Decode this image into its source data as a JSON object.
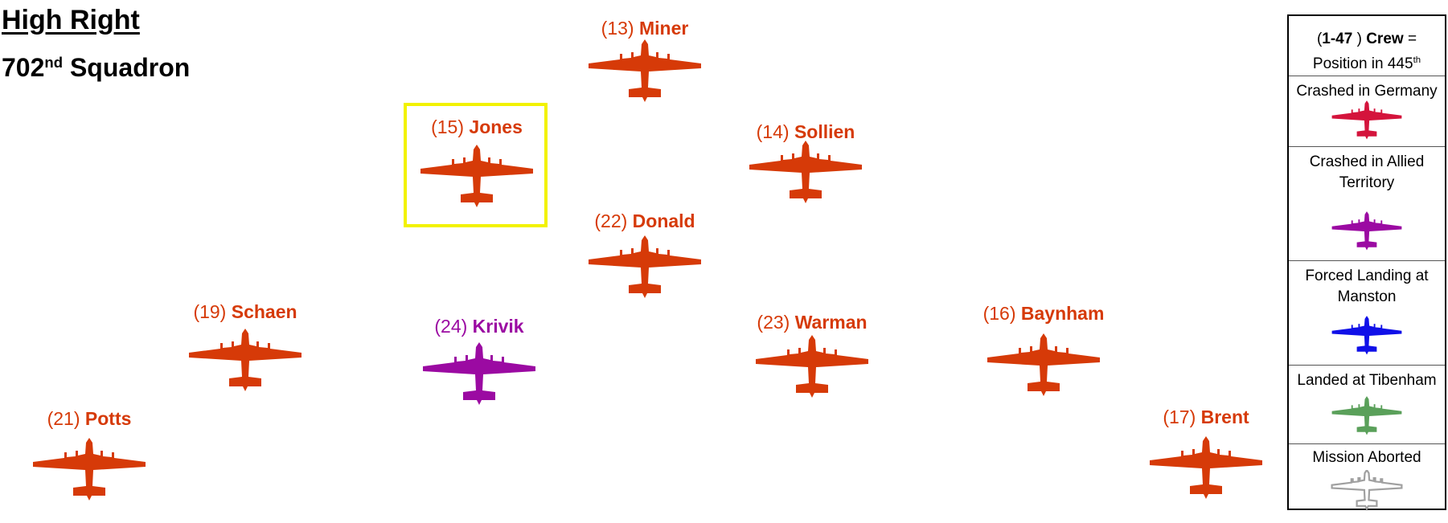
{
  "title": "High Right",
  "subtitle": {
    "number": "702",
    "suffix": "nd",
    "rest": " Squadron"
  },
  "colors": {
    "Crashed in Germany": "#d4143c",
    "Crashed in Allied Territory": "#9b0aa2",
    "Forced Landing at Manston": "#1010e8",
    "Landed at Tibenham": "#5aa05a",
    "Mission Aborted": "#a0a0a0",
    "default": "#d63a08",
    "highlight": "#f2f200"
  },
  "aircraft": [
    {
      "position": 13,
      "num": "(13)",
      "name": "Miner",
      "status": "default"
    },
    {
      "position": 15,
      "num": "(15)",
      "name": "Jones",
      "status": "default",
      "highlighted": true
    },
    {
      "position": 14,
      "num": "(14)",
      "name": "Sollien",
      "status": "default"
    },
    {
      "position": 22,
      "num": "(22)",
      "name": "Donald",
      "status": "default"
    },
    {
      "position": 19,
      "num": "(19)",
      "name": "Schaen",
      "status": "default"
    },
    {
      "position": 24,
      "num": "(24)",
      "name": "Krivik",
      "status": "Crashed in Allied Territory"
    },
    {
      "position": 23,
      "num": "(23)",
      "name": "Warman",
      "status": "default"
    },
    {
      "position": 16,
      "num": "(16)",
      "name": "Baynham",
      "status": "default"
    },
    {
      "position": 21,
      "num": "(21)",
      "name": "Potts",
      "status": "default"
    },
    {
      "position": 17,
      "num": "(17)",
      "name": "Brent",
      "status": "default"
    }
  ],
  "legend": {
    "key": {
      "open": "(",
      "range": "1-47",
      "close": " )",
      "crew": " Crew",
      "eq": " =",
      "line2": "Position in 445",
      "line2_sup": "th"
    },
    "items": [
      {
        "label": "Crashed in Germany",
        "style": "filled"
      },
      {
        "label": "Crashed in  Allied Territory",
        "style": "filled"
      },
      {
        "label": "Forced Landing at Manston",
        "style": "filled"
      },
      {
        "label": "Landed at Tibenham",
        "style": "filled"
      },
      {
        "label": "Mission Aborted",
        "style": "outline"
      }
    ]
  }
}
